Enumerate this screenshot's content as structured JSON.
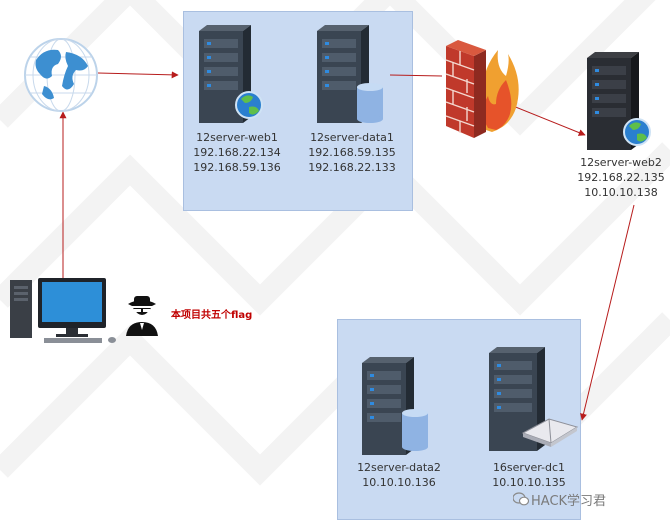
{
  "nodes": {
    "web1": {
      "name": "12server-web1",
      "ips": [
        "192.168.22.134",
        "192.168.59.136"
      ]
    },
    "data1": {
      "name": "12server-data1",
      "ips": [
        "192.168.59.135",
        "192.168.22.133"
      ]
    },
    "web2": {
      "name": "12server-web2",
      "ips": [
        "192.168.22.135",
        "10.10.10.138"
      ]
    },
    "data2": {
      "name": "12server-data2",
      "ips": [
        "10.10.10.136"
      ]
    },
    "dc1": {
      "name": "16server-dc1",
      "ips": [
        "10.10.10.135"
      ]
    }
  },
  "note": "本项目共五个flag",
  "watermark": "HACK学习君",
  "icons": {
    "internet": "globe-icon",
    "firewall": "firewall-icon",
    "attacker": "hacker-icon",
    "workstation": "desktop-computer-icon"
  },
  "colors": {
    "zone_fill": "#c9daf2",
    "link": "#b71c1c",
    "note": "#c00000",
    "server_body": "#3a4552"
  }
}
